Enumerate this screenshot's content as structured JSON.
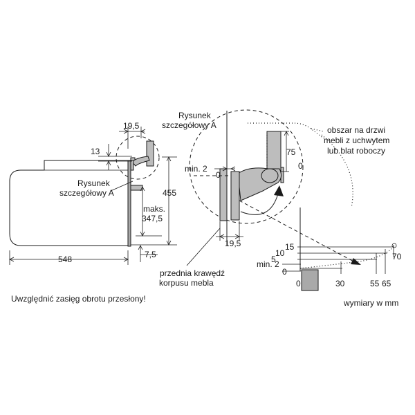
{
  "labels": {
    "detail_a_right": "Rysunek\nszczegółowy A",
    "detail_a_left": "Rysunek\nszczegółowy A",
    "dim_19_5_top": "19,5",
    "dim_13": "13",
    "dim_455": "455",
    "dim_maks": "maks.\n347,5",
    "dim_548": "548",
    "dim_7_5": "7,5",
    "dim_min2_top": "min. 2",
    "dim_0_top": "0",
    "dim_75": "75",
    "dim_0_right": "0",
    "dim_19_5_bottom": "19,5",
    "obszar": "obszar na drzwi\nmebli z uchwytem\nlub blat roboczy",
    "przednia": "przednia krawędź\nkorpusu mebla",
    "dim_15": "15",
    "dim_10": "10",
    "dim_5": "5",
    "dim_min2_bottom": "min. 2",
    "dim_0_bottom": "0",
    "axis_0": "0",
    "axis_30": "30",
    "axis_55": "55",
    "axis_65": "65",
    "axis_70": "70",
    "note": "Uwzględnić zasięg obrotu przesłony!",
    "units": "wymiary w mm"
  }
}
